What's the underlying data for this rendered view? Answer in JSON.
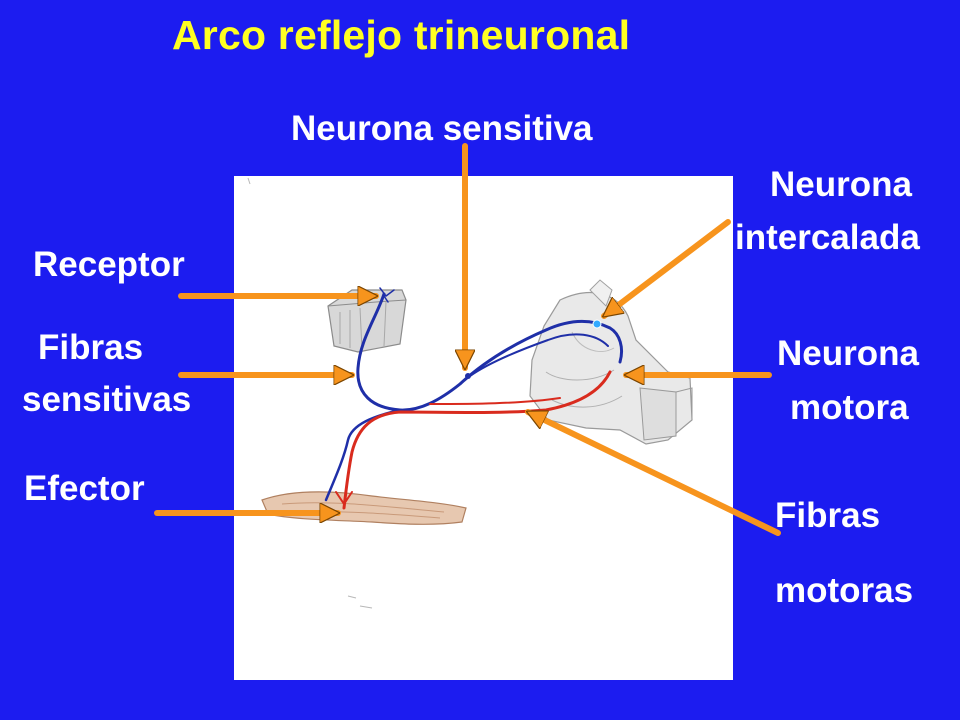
{
  "title": "Arco reflejo trineuronal",
  "labels": {
    "neurona_sensitiva": "Neurona sensitiva",
    "neurona_intercalada_1": "Neurona",
    "neurona_intercalada_2": "intercalada",
    "receptor": "Receptor",
    "fibras_sensitivas_1": "Fibras",
    "fibras_sensitivas_2": "sensitivas",
    "neurona_motora_1": "Neurona",
    "neurona_motora_2": "motora",
    "efector": "Efector",
    "fibras_motoras_1": "Fibras",
    "fibras_motoras_2": "motoras"
  },
  "colors": {
    "background": "#1c1cf0",
    "title": "#ffff22",
    "labels": "#ffffff",
    "arrows": "#f7941d",
    "sensory_path": "#1f2fa8",
    "motor_path": "#d92b1e"
  }
}
